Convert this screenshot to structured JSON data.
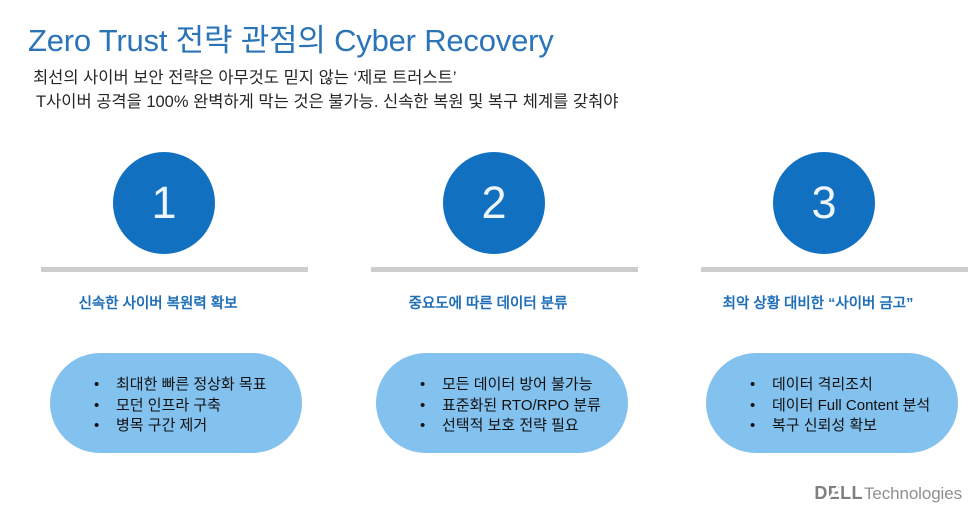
{
  "slide": {
    "title": "Zero Trust 전략 관점의 Cyber Recovery",
    "subtitle_lines": [
      "최선의 사이버 보안 전략은 아무것도 믿지 않는 ‘제로 트러스트’",
      "T사이버 공격을 100% 완벽하게 막는 것은 불가능.  신속한 복원 및 복구 체계를 갖춰야"
    ],
    "colors": {
      "title_blue": "#2B74B8",
      "circle_blue": "#1270C1",
      "heading_blue": "#1F6EB8",
      "bullet_box_blue": "#83C1EE",
      "divider_gray": "#CDCDCD",
      "logo_gray": "#8C8C8C",
      "body_text": "#262626"
    },
    "columns": [
      {
        "number": "1",
        "heading": "신속한 사이버 복원력 확보",
        "bullets": [
          "최대한 빠른 정상화 목표",
          "모던 인프라 구축",
          "병목 구간 제거"
        ]
      },
      {
        "number": "2",
        "heading": "중요도에 따른 데이터 분류",
        "bullets": [
          "모든 데이터 방어 불가능",
          "표준화된 RTO/RPO 분류",
          "선택적 보호 전략 필요"
        ]
      },
      {
        "number": "3",
        "heading": "최악 상황 대비한 “사이버 금고”",
        "bullets": [
          "데이터 격리조치",
          "데이터 Full Content 분석",
          "복구 신뢰성 확보"
        ]
      }
    ],
    "bullet_marker": "•",
    "footer": {
      "logo_name": "dell-technologies-logo",
      "brand": "DØLL",
      "brand_plain": "DELL",
      "suffix": "Technologies"
    }
  }
}
